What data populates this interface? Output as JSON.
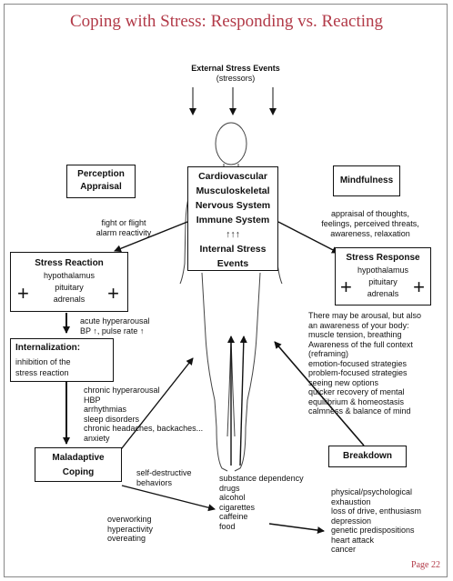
{
  "title": "Coping with Stress: Responding vs. Reacting",
  "external": {
    "heading": "External Stress Events",
    "sub": "(stressors)"
  },
  "center_box": [
    "Cardiovascular",
    "Musculoskeletal",
    "Nervous System",
    "Immune System",
    "↑↑↑",
    "Internal Stress",
    "Events"
  ],
  "perception": [
    "Perception",
    "Appraisal"
  ],
  "mindfulness": "Mindfulness",
  "fight_flight": [
    "fight or flight",
    "alarm reactivity"
  ],
  "appraisal_text": [
    "appraisal of thoughts,",
    "feelings, perceived threats,",
    "awareness, relaxation"
  ],
  "stress_reaction": {
    "heading": "Stress Reaction",
    "items": [
      "hypothalamus",
      "pituitary",
      "adrenals"
    ]
  },
  "stress_response": {
    "heading": "Stress Response",
    "items": [
      "hypothalamus",
      "pituitary",
      "adrenals"
    ]
  },
  "arousal_text": [
    "acute hyperarousal",
    "BP ↑, pulse rate ↑"
  ],
  "internalization": {
    "heading": "Internalization:",
    "lines": [
      "inhibition of the",
      "stress reaction"
    ]
  },
  "chronic_list": [
    "chronic hyperarousal",
    "HBP",
    "arrhythmias",
    "sleep disorders",
    "chronic headaches, backaches...",
    "anxiety"
  ],
  "awareness_list": [
    "There may be arousal, but also",
    "an awareness of your body:",
    "muscle tension, breathing",
    "Awareness of the full context",
    "(reframing)",
    "emotion-focused strategies",
    "problem-focused strategies",
    "seeing new options",
    "quicker recovery of mental",
    "equilibrium & homeostasis",
    "calmness & balance of mind"
  ],
  "maladaptive": [
    "Maladaptive",
    "Coping"
  ],
  "self_destructive": [
    "self-destructive",
    "behaviors"
  ],
  "substances": [
    "substance dependency",
    "drugs",
    "alcohol",
    "cigarettes",
    "caffeine",
    "food"
  ],
  "overworking": [
    "overworking",
    "hyperactivity",
    "overeating"
  ],
  "breakdown": "Breakdown",
  "breakdown_list": [
    "physical/psychological",
    "exhaustion",
    "loss of drive, enthusiasm",
    "depression",
    "genetic predispositions",
    "heart attack",
    "cancer"
  ],
  "page_label": "Page 22",
  "colors": {
    "title": "#b23a48",
    "line": "#111111"
  }
}
